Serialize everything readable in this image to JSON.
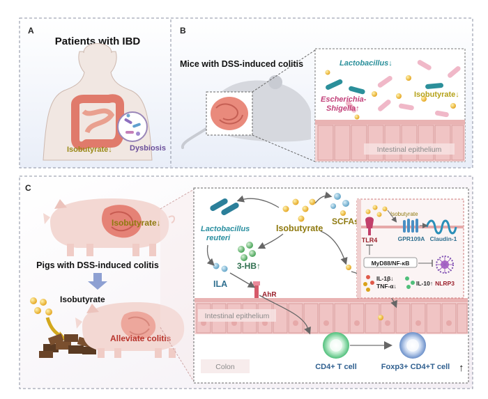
{
  "panel_a": {
    "letter": "A",
    "title": "Patients with IBD",
    "dysbiosis": "Dysbiosis",
    "isobutyrate": "Isobutyrate↓"
  },
  "panel_b": {
    "letter": "B",
    "title": "Mice with DSS-induced colitis",
    "lactobacillus": "Lactobacillus↓",
    "escherichia_1": "Escherichia-",
    "escherichia_2": "Shigella↑",
    "isobutyrate": "Isobutyrate↓",
    "epithelium": "Intestinal epithelium"
  },
  "panel_c": {
    "letter": "C",
    "pig_isobutyrate": "Isobutyrate↓",
    "pigs_title": "Pigs with DSS-induced colitis",
    "isobutyrate_feed": "Isobutyrate",
    "alleviate": "Alleviate colitis",
    "lactobacillus_1": "Lactobacillus",
    "lactobacillus_2": "reuteri",
    "isobutyrate_center": "Isobutyrate",
    "scfas": "SCFAs↑",
    "three_hb": "3-HB↑",
    "ila": "ILA",
    "ahr": "AhR",
    "epithelium": "Intestinal epithelium",
    "colon": "Colon",
    "cd4": "CD4+ T cell",
    "foxp3": "Foxp3+ CD4+T cell",
    "up_arrow": "↑",
    "inset": {
      "isobutyrate": "Isobutyrate",
      "tlr4": "TLR4",
      "gpr109a": "GPR109A",
      "claudin": "Claudin-1",
      "myd88": "MyD88/NF-κB",
      "nlrp3": "NLRP3",
      "il1b": "IL-1β↓",
      "tnfa": "TNF-α↓",
      "il10": "IL-10↑"
    }
  },
  "colors": {
    "isobutyrate_text": "#b5a21a",
    "blue_text": "#2f6f8f",
    "red_text": "#b8332b",
    "purple_text": "#7b3f98",
    "teal_text": "#2a8f8f",
    "pink_text": "#c2417a"
  }
}
